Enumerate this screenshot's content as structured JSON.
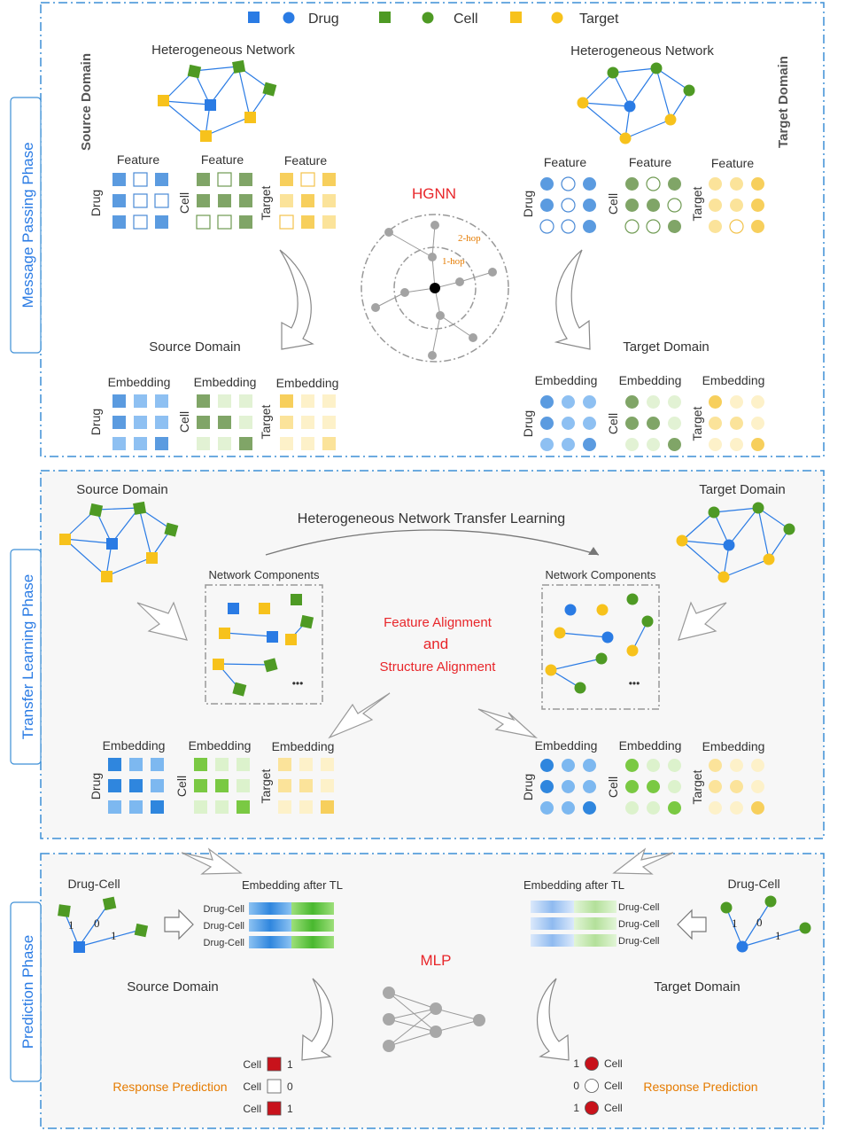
{
  "legend": {
    "drug": "Drug",
    "cell": "Cell",
    "target": "Target"
  },
  "colors": {
    "drug": "#2a7be4",
    "cell": "#4e9a24",
    "target": "#f7c21c",
    "red": "#e8262a",
    "orange": "#e57b00",
    "panel_border": "#3d8fd6"
  },
  "phases": {
    "message": "Message Passing Phase",
    "transfer": "Transfer Learning Phase",
    "prediction": "Prediction  Phase"
  },
  "mp": {
    "source_domain_vertical": "Source Domain",
    "target_domain_vertical": "Target Domain",
    "hetero_network_left": "Heterogeneous Network",
    "hetero_network_right": "Heterogeneous Network",
    "feature": "Feature",
    "embedding": "Embedding",
    "drug": "Drug",
    "cell": "Cell",
    "target": "Target",
    "hgnn": "HGNN",
    "hop2": "2-hop",
    "hop1": "1-hop",
    "source_domain": "Source Domain",
    "target_domain": "Target Domain"
  },
  "tl": {
    "source_domain": "Source Domain",
    "target_domain": "Target Domain",
    "title": "Heterogeneous Network Transfer Learning",
    "network_components": "Network Components",
    "ellipsis": "•••",
    "feature_alignment": "Feature Alignment",
    "and": "and",
    "structure_alignment": "Structure Alignment",
    "embedding": "Embedding",
    "drug": "Drug",
    "cell": "Cell",
    "target": "Target"
  },
  "pred": {
    "drug_cell": "Drug-Cell",
    "embedding_after_tl": "Embedding after TL",
    "row_label": "Drug-Cell",
    "mlp": "MLP",
    "source_domain": "Source Domain",
    "target_domain": "Target Domain",
    "response_prediction": "Response Prediction",
    "edge_labels": [
      "1",
      "0",
      "1"
    ],
    "cell": "Cell",
    "outcomes": [
      "1",
      "0",
      "1"
    ]
  }
}
